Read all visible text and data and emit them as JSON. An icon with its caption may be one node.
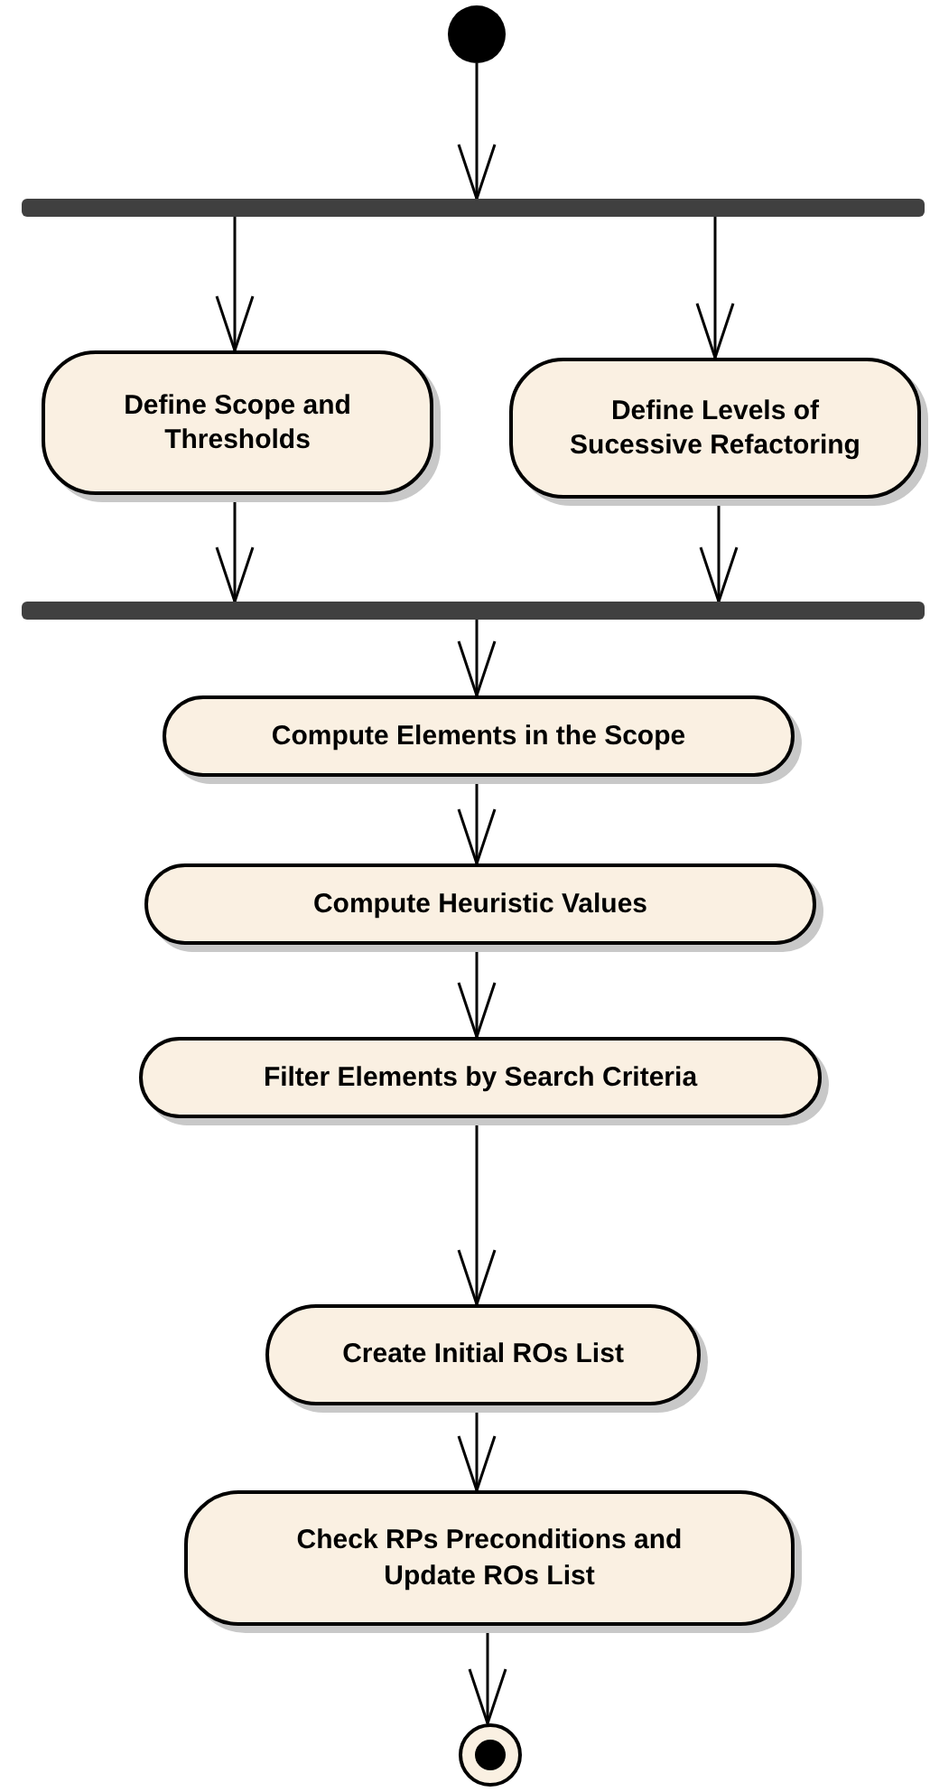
{
  "diagram": {
    "nodes": [
      {
        "text": [],
        "shape": "circle"
      },
      {
        "text": [],
        "shape": "bar"
      },
      {
        "text": [
          "Define Scope and Thresholds"
        ]
      },
      {
        "text": [
          "Define Levels of Sucessive Refactoring"
        ]
      },
      {
        "text": [],
        "shape": "bar"
      },
      {
        "text": [
          "Compute Elements in the Scope"
        ]
      },
      {
        "text": [
          "Compute Heuristic Values"
        ]
      },
      {
        "text": [
          "Filter Elements by Search Criteria"
        ]
      },
      {
        "text": [
          "Create Initial ROs List"
        ]
      },
      {
        "text": [
          "Check RPs Preconditions and Update ROs List"
        ]
      },
      {
        "text": [],
        "shape": "circle"
      }
    ],
    "edges": [
      {
        "from": 0,
        "to": 1,
        "arrow": "to"
      },
      {
        "from": 1,
        "to": 2,
        "arrow": "to"
      },
      {
        "from": 1,
        "to": 3,
        "arrow": "to"
      },
      {
        "from": 2,
        "to": 4,
        "arrow": "to"
      },
      {
        "from": 3,
        "to": 4,
        "arrow": "to"
      },
      {
        "from": 4,
        "to": 5,
        "arrow": "to"
      },
      {
        "from": 5,
        "to": 6,
        "arrow": "to"
      },
      {
        "from": 6,
        "to": 7,
        "arrow": "to"
      },
      {
        "from": 7,
        "to": 8,
        "arrow": "to"
      },
      {
        "from": 8,
        "to": 9,
        "arrow": "to"
      },
      {
        "from": 9,
        "to": 10,
        "arrow": "to"
      }
    ]
  }
}
